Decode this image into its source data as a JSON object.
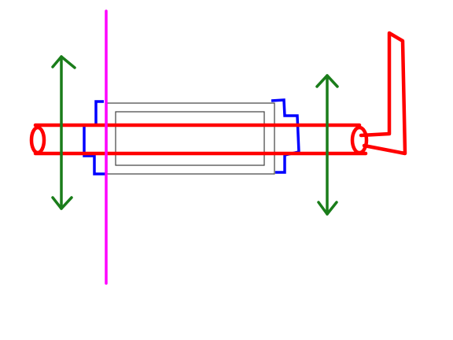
{
  "colors": {
    "background": "#ffffff",
    "shaft": "#ff0000",
    "arrows": "#1a7d1a",
    "bearing": "#0000ff",
    "plane_line": "#ff00ff",
    "sleeve_outline": "#404040"
  },
  "elements": {
    "shaft": "shaft",
    "crank_handle": "crank-handle",
    "left_bearing": "left-bearing",
    "right_bearing": "right-bearing",
    "sleeve": "sleeve",
    "vertical_line": "vertical-line",
    "left_arrow": "double-arrow",
    "right_arrow": "double-arrow"
  }
}
